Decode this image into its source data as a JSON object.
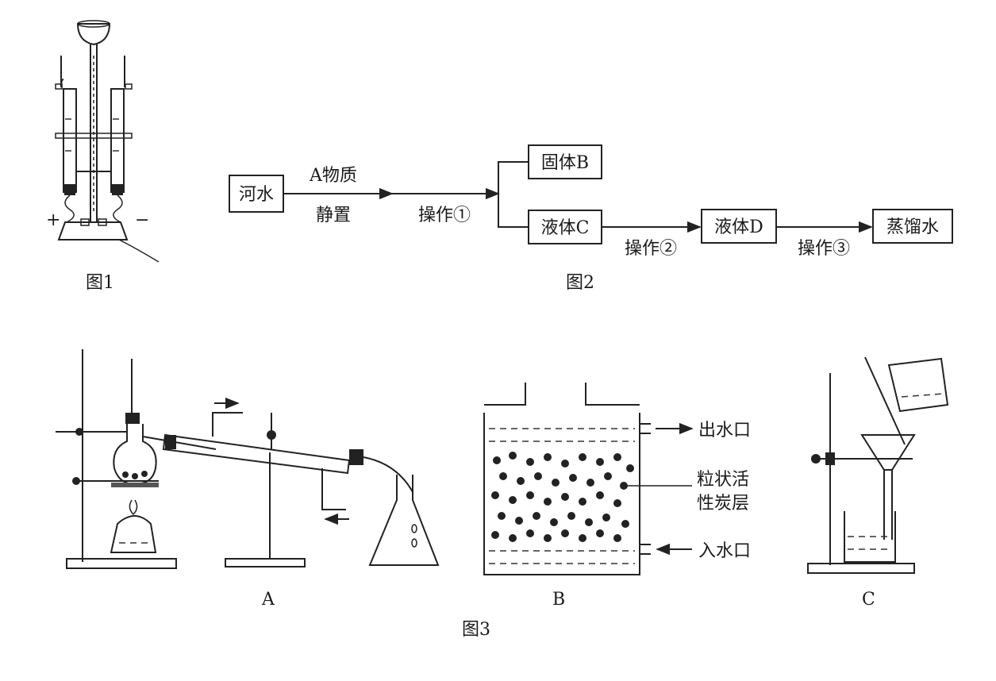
{
  "fig1": {
    "caption": "图1",
    "plus": "+",
    "minus": "−"
  },
  "fig2": {
    "caption": "图2",
    "nodes": {
      "river_water": "河水",
      "solid_b": "固体B",
      "liquid_c": "液体C",
      "liquid_d": "液体D",
      "distilled_water": "蒸馏水"
    },
    "edges": {
      "reagent": "A物质",
      "settle": "静置",
      "op1": "操作①",
      "op2": "操作②",
      "op3": "操作③"
    }
  },
  "fig3": {
    "caption": "图3",
    "panel_a": "A",
    "panel_b": "B",
    "panel_c": "C",
    "water_outlet": "出水口",
    "carbon_layer_1": "粒状活",
    "carbon_layer_2": "性炭层",
    "water_inlet": "入水口"
  }
}
